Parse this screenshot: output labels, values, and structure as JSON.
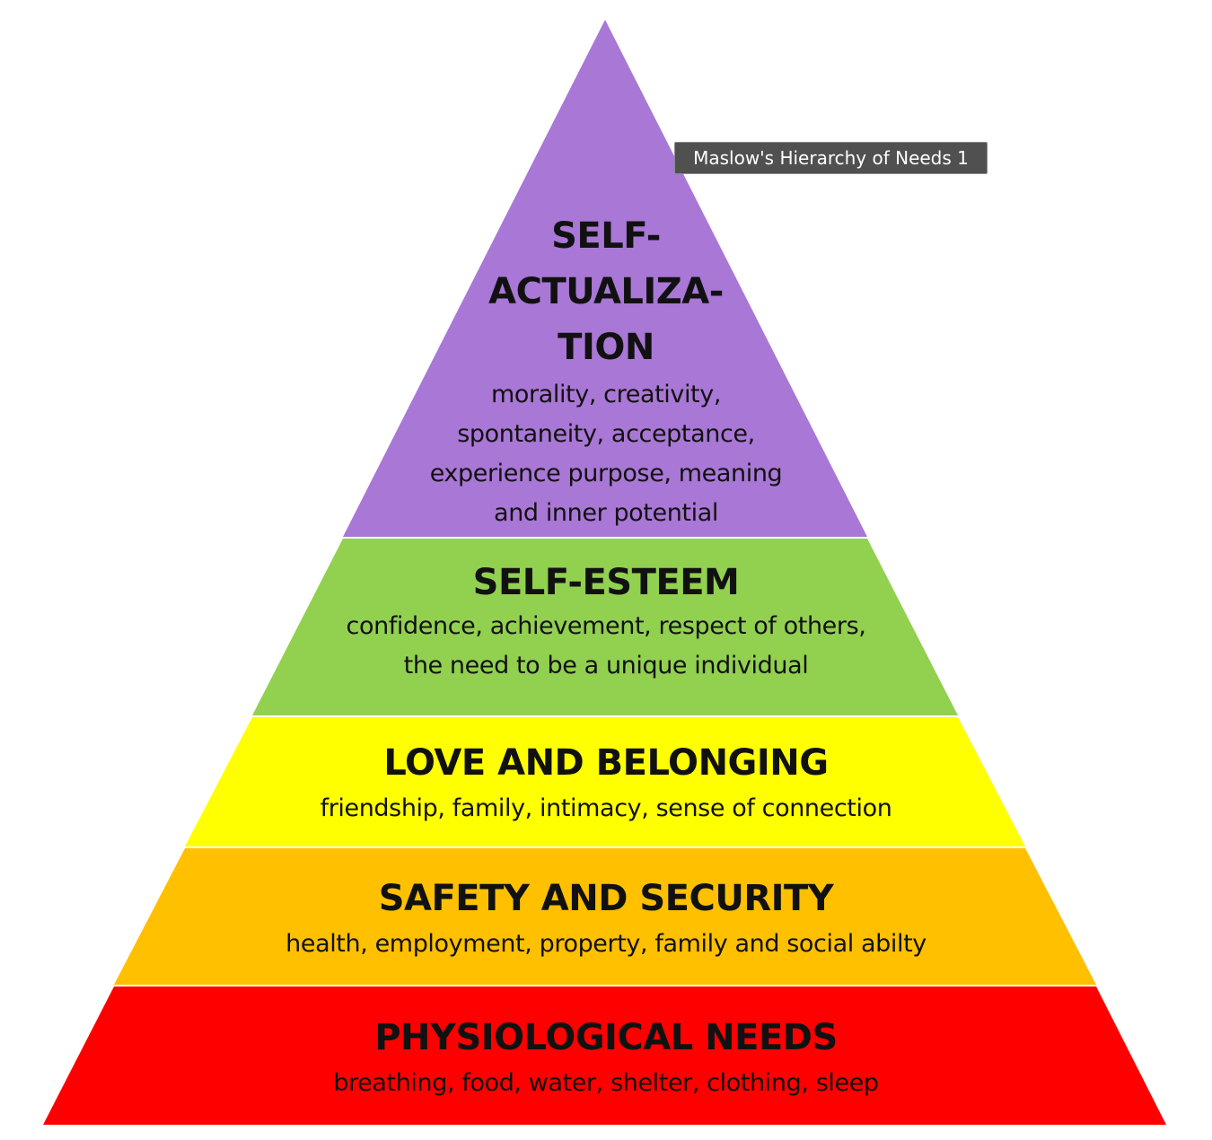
{
  "tooltip": {
    "text": "Maslow's Hierarchy of Needs 1"
  },
  "colors": {
    "self_actualization": "#a977d6",
    "self_esteem": "#92d050",
    "love_belonging": "#ffff00",
    "safety_security": "#ffc000",
    "physiological": "#ff0000",
    "text": "#111111"
  },
  "tiers": [
    {
      "id": "self-actualization",
      "title_lines": [
        "SELF-",
        "ACTUALIZA-",
        "TION"
      ],
      "desc_lines": [
        "morality, creativity,",
        "spontaneity, acceptance,",
        "experience purpose, meaning",
        "and inner potential"
      ]
    },
    {
      "id": "self-esteem",
      "title_lines": [
        "SELF-ESTEEM"
      ],
      "desc_lines": [
        "confidence, achievement, respect of others,",
        "the need to be a unique individual"
      ]
    },
    {
      "id": "love-and-belonging",
      "title_lines": [
        "LOVE AND BELONGING"
      ],
      "desc_lines": [
        "friendship, family, intimacy, sense of connection"
      ]
    },
    {
      "id": "safety-and-security",
      "title_lines": [
        "SAFETY AND SECURITY"
      ],
      "desc_lines": [
        "health, employment, property, family and social abilty"
      ]
    },
    {
      "id": "physiological-needs",
      "title_lines": [
        "PHYSIOLOGICAL NEEDS"
      ],
      "desc_lines": [
        "breathing, food, water, shelter, clothing, sleep"
      ]
    }
  ]
}
